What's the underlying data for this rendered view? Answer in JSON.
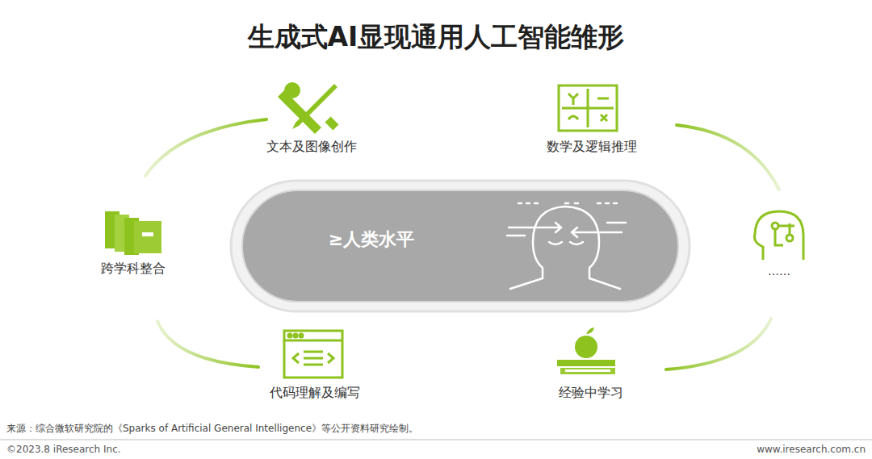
{
  "diagram": {
    "title": "生成式AI显现通用人工智能雏形",
    "nodes": [
      {
        "text": [
          "≥人类水平"
        ]
      }
    ],
    "labels": [
      "文本及图像创作",
      "数学及逻辑推理",
      "……",
      "经验中学习",
      "代码理解及编写",
      "跨学科整合",
      "来源：综合微软研究院的《Sparks of Artificial General Intelligence》等公开资料研究绘制。",
      "©2023.8 iResearch Inc.",
      "www.iresearch.com.cn"
    ]
  }
}
